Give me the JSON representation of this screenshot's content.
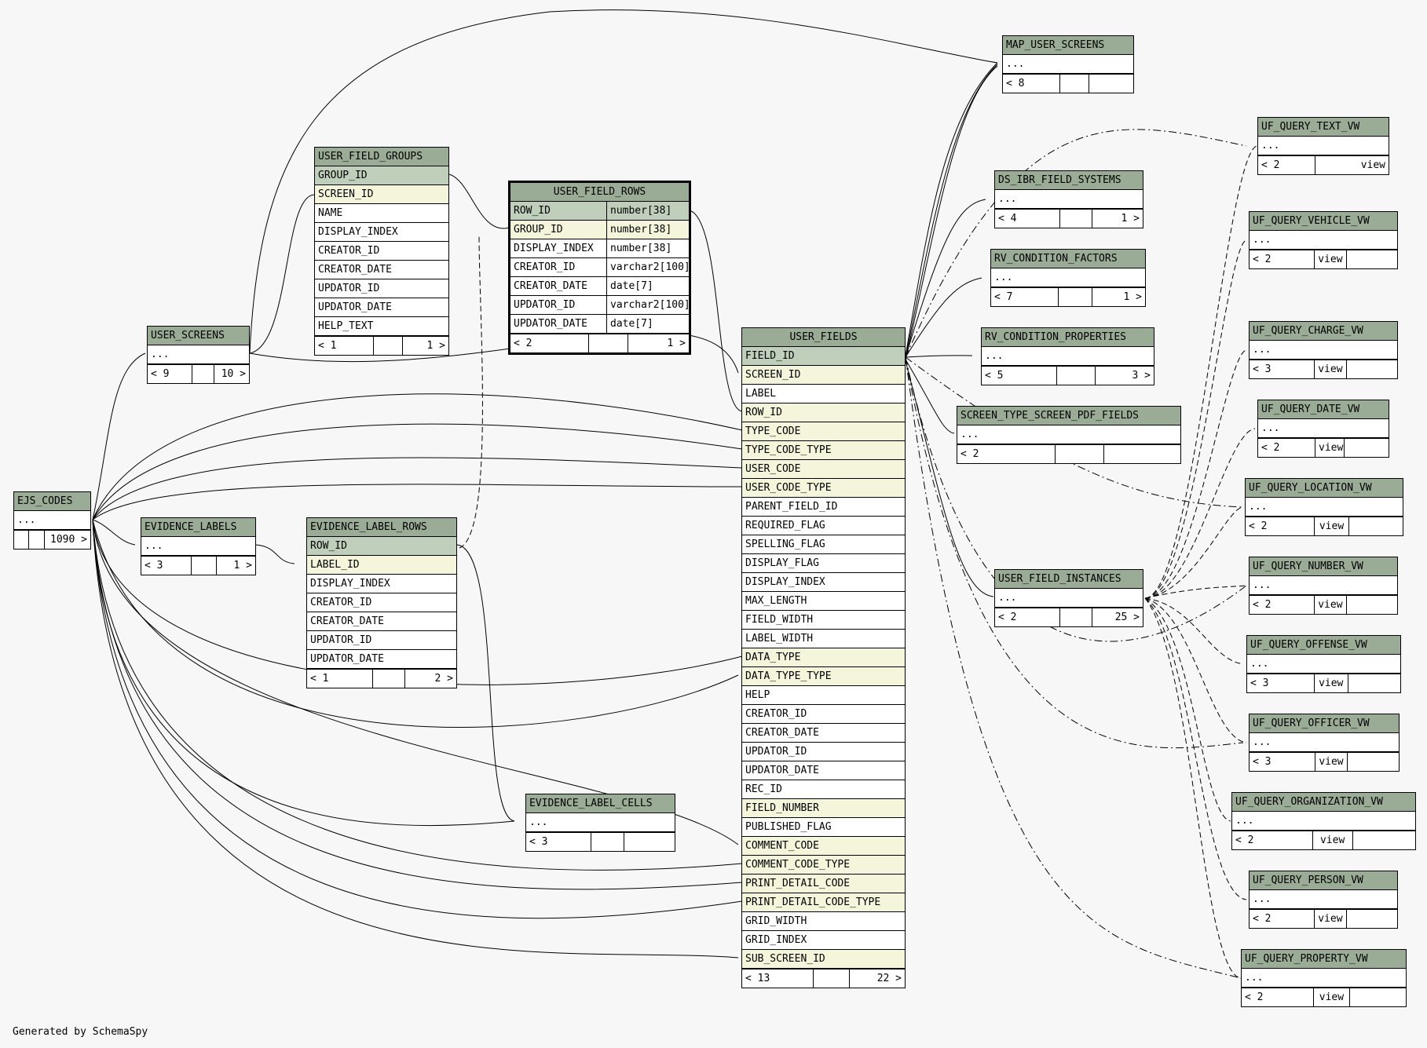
{
  "footer": "Generated by SchemaSpy",
  "tables": {
    "map_user_screens": {
      "name": "MAP_USER_SCREENS",
      "rows": [
        "..."
      ],
      "foot": [
        "< 8",
        "",
        ""
      ]
    },
    "uf_query_text_vw": {
      "name": "UF_QUERY_TEXT_VW",
      "rows": [
        "..."
      ],
      "foot": [
        "< 2",
        "",
        "view"
      ]
    },
    "ds_ibr_field_systems": {
      "name": "DS_IBR_FIELD_SYSTEMS",
      "rows": [
        "..."
      ],
      "foot": [
        "< 4",
        "",
        "1 >"
      ]
    },
    "uf_query_vehicle_vw": {
      "name": "UF_QUERY_VEHICLE_VW",
      "rows": [
        "..."
      ],
      "foot": [
        "< 2",
        "view",
        ""
      ]
    },
    "rv_condition_factors": {
      "name": "RV_CONDITION_FACTORS",
      "rows": [
        "..."
      ],
      "foot": [
        "< 7",
        "",
        "1 >"
      ]
    },
    "uf_query_charge_vw": {
      "name": "UF_QUERY_CHARGE_VW",
      "rows": [
        "..."
      ],
      "foot": [
        "< 3",
        "view",
        ""
      ]
    },
    "rv_condition_properties": {
      "name": "RV_CONDITION_PROPERTIES",
      "rows": [
        "..."
      ],
      "foot": [
        "< 5",
        "",
        "3 >"
      ]
    },
    "uf_query_date_vw": {
      "name": "UF_QUERY_DATE_VW",
      "rows": [
        "..."
      ],
      "foot": [
        "< 2",
        "view",
        ""
      ]
    },
    "screen_type_screen_pdf_fields": {
      "name": "SCREEN_TYPE_SCREEN_PDF_FIELDS",
      "rows": [
        "..."
      ],
      "foot": [
        "< 2",
        "",
        ""
      ]
    },
    "uf_query_location_vw": {
      "name": "UF_QUERY_LOCATION_VW",
      "rows": [
        "..."
      ],
      "foot": [
        "< 2",
        "view",
        ""
      ]
    },
    "user_field_instances": {
      "name": "USER_FIELD_INSTANCES",
      "rows": [
        "..."
      ],
      "foot": [
        "< 2",
        "",
        "25 >"
      ]
    },
    "uf_query_number_vw": {
      "name": "UF_QUERY_NUMBER_VW",
      "rows": [
        "..."
      ],
      "foot": [
        "< 2",
        "view",
        ""
      ]
    },
    "uf_query_offense_vw": {
      "name": "UF_QUERY_OFFENSE_VW",
      "rows": [
        "..."
      ],
      "foot": [
        "< 3",
        "view",
        ""
      ]
    },
    "uf_query_officer_vw": {
      "name": "UF_QUERY_OFFICER_VW",
      "rows": [
        "..."
      ],
      "foot": [
        "< 3",
        "view",
        ""
      ]
    },
    "uf_query_organization_vw": {
      "name": "UF_QUERY_ORGANIZATION_VW",
      "rows": [
        "..."
      ],
      "foot": [
        "< 2",
        "view",
        ""
      ]
    },
    "uf_query_person_vw": {
      "name": "UF_QUERY_PERSON_VW",
      "rows": [
        "..."
      ],
      "foot": [
        "< 2",
        "view",
        ""
      ]
    },
    "uf_query_property_vw": {
      "name": "UF_QUERY_PROPERTY_VW",
      "rows": [
        "..."
      ],
      "foot": [
        "< 2",
        "view",
        ""
      ]
    },
    "user_field_groups": {
      "name": "USER_FIELD_GROUPS",
      "rows": [
        "GROUP_ID",
        "SCREEN_ID",
        "NAME",
        "DISPLAY_INDEX",
        "CREATOR_ID",
        "CREATOR_DATE",
        "UPDATOR_ID",
        "UPDATOR_DATE",
        "HELP_TEXT"
      ],
      "foot": [
        "< 1",
        "",
        "1 >"
      ]
    },
    "user_screens": {
      "name": "USER_SCREENS",
      "rows": [
        "..."
      ],
      "foot": [
        "< 9",
        "",
        "10 >"
      ]
    },
    "ejs_codes": {
      "name": "EJS_CODES",
      "rows": [
        "..."
      ],
      "foot": [
        "",
        "",
        "1090 >"
      ]
    },
    "evidence_labels": {
      "name": "EVIDENCE_LABELS",
      "rows": [
        "..."
      ],
      "foot": [
        "< 3",
        "",
        "1 >"
      ]
    },
    "evidence_label_rows": {
      "name": "EVIDENCE_LABEL_ROWS",
      "rows": [
        "ROW_ID",
        "LABEL_ID",
        "DISPLAY_INDEX",
        "CREATOR_ID",
        "CREATOR_DATE",
        "UPDATOR_ID",
        "UPDATOR_DATE"
      ],
      "foot": [
        "< 1",
        "",
        "2 >"
      ]
    },
    "evidence_label_cells": {
      "name": "EVIDENCE_LABEL_CELLS",
      "rows": [
        "..."
      ],
      "foot": [
        "< 3",
        "",
        ""
      ]
    },
    "user_field_rows": {
      "name": "USER_FIELD_ROWS",
      "rows": [
        "ROW_ID",
        "GROUP_ID",
        "DISPLAY_INDEX",
        "CREATOR_ID",
        "CREATOR_DATE",
        "UPDATOR_ID",
        "UPDATOR_DATE"
      ],
      "types": [
        "number[38]",
        "number[38]",
        "number[38]",
        "varchar2[100]",
        "date[7]",
        "varchar2[100]",
        "date[7]"
      ],
      "foot": [
        "< 2",
        "",
        "1 >"
      ]
    },
    "user_fields": {
      "name": "USER_FIELDS",
      "rows": [
        "FIELD_ID",
        "SCREEN_ID",
        "LABEL",
        "ROW_ID",
        "TYPE_CODE",
        "TYPE_CODE_TYPE",
        "USER_CODE",
        "USER_CODE_TYPE",
        "PARENT_FIELD_ID",
        "REQUIRED_FLAG",
        "SPELLING_FLAG",
        "DISPLAY_FLAG",
        "DISPLAY_INDEX",
        "MAX_LENGTH",
        "FIELD_WIDTH",
        "LABEL_WIDTH",
        "DATA_TYPE",
        "DATA_TYPE_TYPE",
        "HELP",
        "CREATOR_ID",
        "CREATOR_DATE",
        "UPDATOR_ID",
        "UPDATOR_DATE",
        "REC_ID",
        "FIELD_NUMBER",
        "PUBLISHED_FLAG",
        "COMMENT_CODE",
        "COMMENT_CODE_TYPE",
        "PRINT_DETAIL_CODE",
        "PRINT_DETAIL_CODE_TYPE",
        "GRID_WIDTH",
        "GRID_INDEX",
        "SUB_SCREEN_ID"
      ],
      "foot": [
        "< 13",
        "",
        "22 >"
      ]
    }
  }
}
